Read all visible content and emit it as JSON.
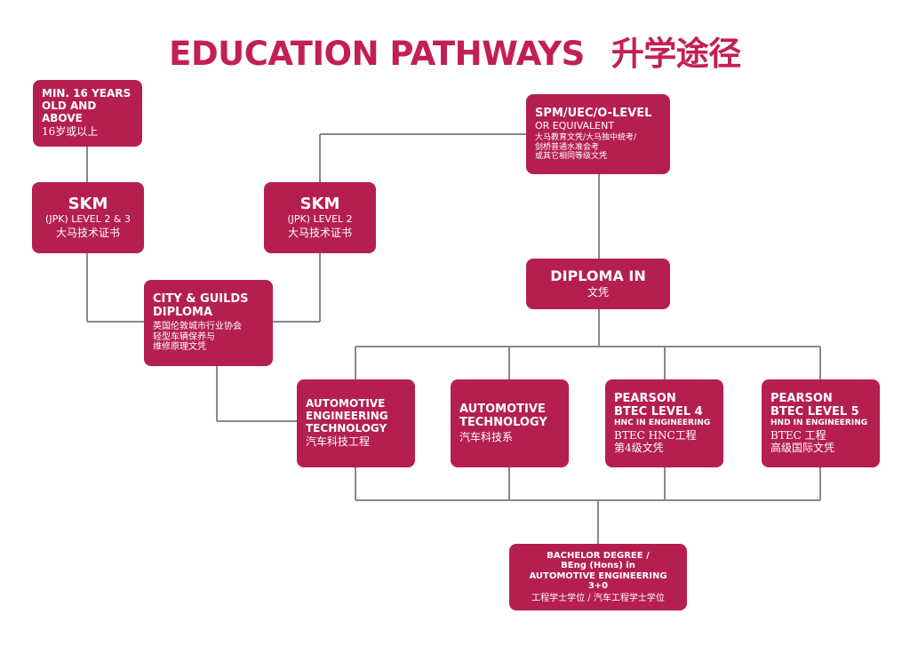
{
  "title": {
    "en": "EDUCATION PATHWAYS",
    "zh": "升学途径"
  },
  "boxes": {
    "min_age": {
      "line1": "MIN. 16 YEARS",
      "line2": "OLD AND ABOVE",
      "zh": "16岁或以上"
    },
    "skm_left": {
      "name": "SKM",
      "level": "(JPK) LEVEL 2 & 3",
      "zh": "大马技术证书"
    },
    "skm_mid": {
      "name": "SKM",
      "level": "(JPK) LEVEL 2",
      "zh": "大马技术证书"
    },
    "city_guilds": {
      "line1": "CITY & GUILDS",
      "line2": "DIPLOMA",
      "zh1": "英国伦敦城市行业协会",
      "zh2": "轻型车辆保养与",
      "zh3": "维修原理文凭"
    },
    "spm": {
      "line1": "SPM/UEC/O-LEVEL",
      "line2": "OR EQUIVALENT",
      "zh1": "大马教育文凭/大马独中统考/",
      "zh2": "剑桥普通水准会考",
      "zh3": "或其它相同等级文凭"
    },
    "diploma": {
      "line1": "DIPLOMA IN",
      "zh": "文凭"
    },
    "aet": {
      "line1": "AUTOMOTIVE",
      "line2": "ENGINEERING",
      "line3": "TECHNOLOGY",
      "zh": "汽车科技工程"
    },
    "at": {
      "line1": "AUTOMOTIVE",
      "line2": "TECHNOLOGY",
      "zh": "汽车科技系"
    },
    "btec4": {
      "line1": "PEARSON",
      "line2": "BTEC LEVEL 4",
      "line3": "HNC IN ENGINEERING",
      "zh1": "BTEC HNC工程",
      "zh2": "第4级文凭"
    },
    "btec5": {
      "line1": "PEARSON",
      "line2": "BTEC LEVEL 5",
      "line3": "HND IN ENGINEERING",
      "zh1": "BTEC 工程",
      "zh2": "高级国际文凭"
    },
    "bachelor": {
      "line1": "BACHELOR DEGREE /",
      "line2": "BEng (Hons) in",
      "line3": "AUTOMOTIVE ENGINEERING 3+0",
      "zh": "工程学士学位 / 汽车工程学士学位"
    }
  },
  "colors": {
    "box": "#b51f50",
    "title": "#c41e56",
    "line": "#888888",
    "text": "#ffffff"
  }
}
